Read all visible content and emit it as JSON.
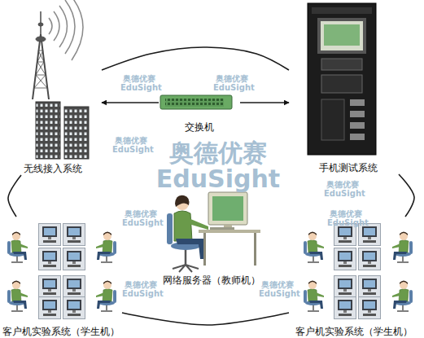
{
  "diagram": {
    "nodes": [
      {
        "text": [
          "无线接入系统"
        ]
      },
      {
        "text": [
          "交换机"
        ]
      },
      {
        "text": [
          "手机测试系统"
        ]
      },
      {
        "text": [
          "网络服务器（教师机）"
        ]
      },
      {
        "text": [
          "客户机实验系统（学生机）"
        ]
      },
      {
        "text": [
          "客户机实验系统（学生机）"
        ]
      }
    ],
    "edges": [
      {
        "from": 1,
        "to": 0,
        "arrow": "to"
      },
      {
        "from": 1,
        "to": 2,
        "arrow": "to"
      },
      {
        "from": 0,
        "to": 2,
        "arrow": "none"
      },
      {
        "from": 0,
        "to": 4,
        "arrow": "none"
      },
      {
        "from": 2,
        "to": 5,
        "arrow": "none"
      },
      {
        "from": 4,
        "to": 5,
        "arrow": "none"
      }
    ],
    "labels": [
      "奥德优赛 EduSight",
      "奥德优赛 EduSight",
      "奥德优赛 EduSight",
      "奥德优赛 EduSight",
      "奥德优赛 EduSight",
      "奥德优赛 EduSight",
      "奥德优赛 EduSight",
      "奥德优赛 EduSight",
      "奥德优赛 EduSight"
    ]
  }
}
